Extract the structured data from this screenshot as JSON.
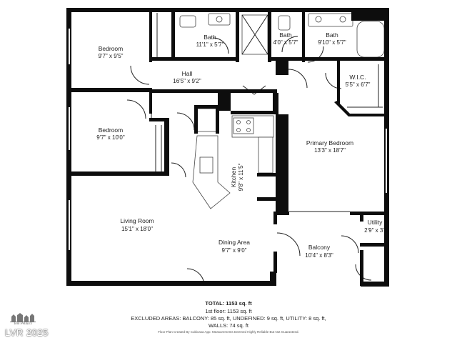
{
  "rooms": {
    "bedroom1": {
      "name": "Bedroom",
      "dim": "9'7\" x 9'5\""
    },
    "bath1": {
      "name": "Bath",
      "dim": "11'1\" x 5'7\""
    },
    "bath2": {
      "name": "Bath",
      "dim": "4'0\" x 5'7\""
    },
    "bath3": {
      "name": "Bath",
      "dim": "9'10\" x 5'7\""
    },
    "hall": {
      "name": "Hall",
      "dim": "16'5\" x 9'2\""
    },
    "wic": {
      "name": "W.I.C.",
      "dim": "5'5\" x 6'7\""
    },
    "bedroom2": {
      "name": "Bedroom",
      "dim": "9'7\" x 10'0\""
    },
    "primary_bedroom": {
      "name": "Primary Bedroom",
      "dim": "13'3\" x 18'7\""
    },
    "kitchen": {
      "name": "Kitchen",
      "dim": "9'8\" x 11'5\""
    },
    "living_room": {
      "name": "Living Room",
      "dim": "15'1\" x 18'0\""
    },
    "dining_area": {
      "name": "Dining Area",
      "dim": "9'7\" x 9'0\""
    },
    "balcony": {
      "name": "Balcony",
      "dim": "10'4\" x 8'3\""
    },
    "utility": {
      "name": "Utility",
      "dim": "2'9\" x 3'"
    }
  },
  "footer": {
    "total": "TOTAL: 1153 sq. ft",
    "floor": "1st floor: 1153 sq. ft",
    "excluded": "EXCLUDED AREAS: BALCONY: 85 sq. ft, UNDEFINED: 9 sq. ft, UTILITY: 8 sq. ft,",
    "walls": "WALLS: 74 sq. ft",
    "note": "Floor Plan Created By Cubicasa App. Measurements Deemed Highly Reliable But Not Guaranteed."
  },
  "logo_text": "Tom Pellucci",
  "watermark": {
    "brand": "LVR",
    "year": "2025"
  },
  "colors": {
    "wall": "#0d0d0d",
    "background": "#ffffff",
    "text": "#222222"
  }
}
